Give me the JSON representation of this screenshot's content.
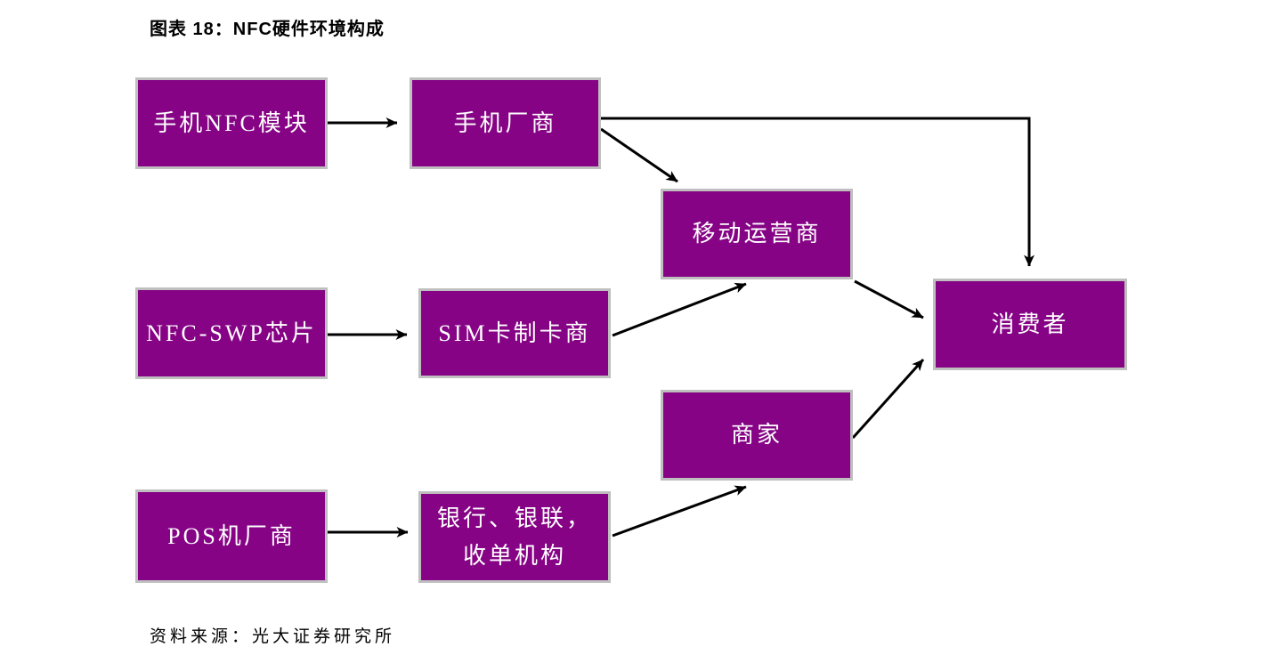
{
  "title": "图表 18：NFC硬件环境构成",
  "source": "资料来源：光大证券研究所",
  "colors": {
    "box_fill": "#860385",
    "box_border": "#bfbfbf",
    "box_text": "#ffffff",
    "arrow": "#000000",
    "title_text": "#000000",
    "background": "#ffffff"
  },
  "diagram": {
    "nodes": [
      {
        "id": "phone-nfc-module",
        "label": "手机NFC模块"
      },
      {
        "id": "phone-manufacturer",
        "label": "手机厂商"
      },
      {
        "id": "mobile-operator",
        "label": "移动运营商"
      },
      {
        "id": "nfc-swp-chip",
        "label": "NFC-SWP芯片"
      },
      {
        "id": "sim-card-maker",
        "label": "SIM卡制卡商"
      },
      {
        "id": "merchant",
        "label": "商家"
      },
      {
        "id": "consumer",
        "label": "消费者"
      },
      {
        "id": "pos-manufacturer",
        "label": "POS机厂商"
      },
      {
        "id": "bank-unionpay-acquirer",
        "label": "银行、银联，收单机构",
        "line1": "银行、银联，",
        "line2": "收单机构"
      }
    ],
    "edges": [
      {
        "from": "phone-nfc-module",
        "to": "phone-manufacturer"
      },
      {
        "from": "phone-manufacturer",
        "to": "consumer"
      },
      {
        "from": "phone-manufacturer",
        "to": "mobile-operator"
      },
      {
        "from": "nfc-swp-chip",
        "to": "sim-card-maker"
      },
      {
        "from": "sim-card-maker",
        "to": "mobile-operator"
      },
      {
        "from": "mobile-operator",
        "to": "consumer"
      },
      {
        "from": "merchant",
        "to": "consumer"
      },
      {
        "from": "pos-manufacturer",
        "to": "bank-unionpay-acquirer"
      },
      {
        "from": "bank-unionpay-acquirer",
        "to": "merchant"
      }
    ]
  }
}
